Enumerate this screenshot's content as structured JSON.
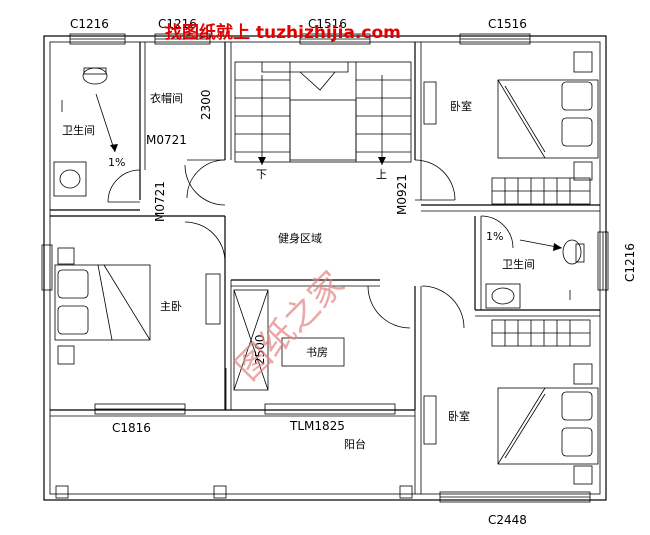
{
  "watermark": {
    "text": "找图纸就上 tuzhizhijia.com",
    "color": "#e00000",
    "stamp_text": "图纸之家",
    "stamp_color": "#e38080"
  },
  "windows": {
    "top_left": "C1216",
    "top_second": "C1216",
    "top_stair": "C1516",
    "top_right": "C1516",
    "right_side": "C1216",
    "bottom_left": "C1816",
    "bottom_right": "C2448",
    "balcony_door": "TLM1825"
  },
  "doors": {
    "bath_left": "M0721",
    "master": "M0721",
    "bedroom_right": "M0921"
  },
  "dimensions": {
    "cloak_width": "2300",
    "study_width": "2500"
  },
  "slopes": {
    "bath_left": "1%",
    "bath_right": "1%"
  },
  "stairs": {
    "down": "下",
    "up": "上"
  },
  "rooms": {
    "bathroom_left": "卫生间",
    "cloakroom": "衣帽间",
    "bedroom_top_right": "卧室",
    "fitness": "健身区域",
    "bathroom_right": "卫生间",
    "master_bedroom": "主卧",
    "study": "书房",
    "bedroom_bottom_right": "卧室",
    "balcony": "阳台"
  }
}
